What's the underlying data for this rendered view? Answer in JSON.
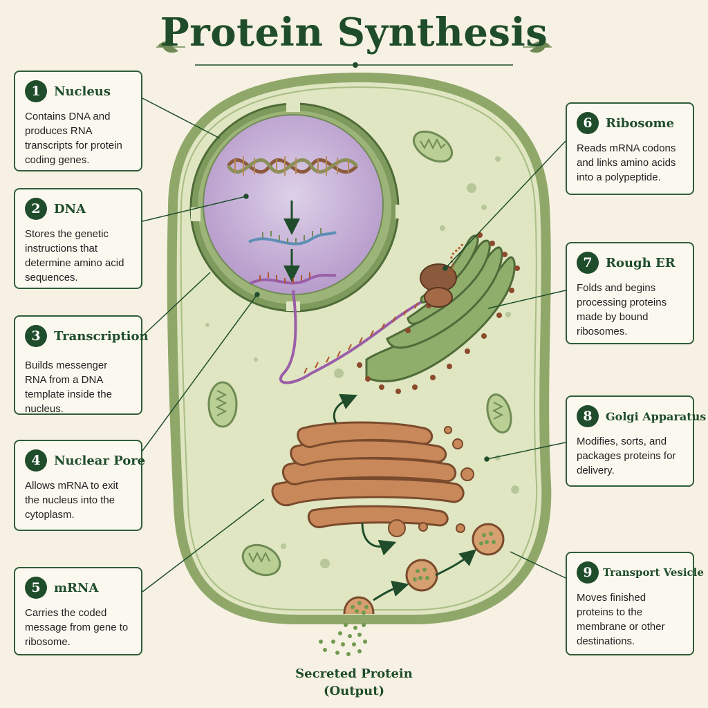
{
  "title": "Protein Synthesis",
  "cards": [
    {
      "num": "1",
      "title": "Nucleus",
      "desc": "Contains DNA and produces RNA transcripts for protein coding genes."
    },
    {
      "num": "2",
      "title": "DNA",
      "desc": "Stores the genetic instructions that determine amino acid sequences."
    },
    {
      "num": "3",
      "title": "Transcription",
      "desc": "Builds messenger RNA from a DNA template inside the nucleus."
    },
    {
      "num": "4",
      "title": "Nuclear Pore",
      "desc": "Allows mRNA to exit the nucleus into the cytoplasm."
    },
    {
      "num": "5",
      "title": "mRNA",
      "desc": "Carries the coded message from gene to ribosome."
    },
    {
      "num": "6",
      "title": "Ribosome",
      "desc": "Reads mRNA codons and links amino acids into a polypeptide."
    },
    {
      "num": "7",
      "title": "Rough ER",
      "desc": "Folds and begins processing proteins made by bound ribosomes."
    },
    {
      "num": "8",
      "title": "Golgi Apparatus",
      "desc": "Modifies, sorts, and packages proteins for delivery."
    },
    {
      "num": "9",
      "title": "Transport Vesicle",
      "desc": "Moves finished proteins to the membrane or other destinations."
    }
  ],
  "output": {
    "line1": "Secreted Protein",
    "line2": "(Output)"
  },
  "colors": {
    "accent": "#1f4d2b",
    "background": "#f7f1e3",
    "cytoplasm": "#dfe6c1",
    "nucleus": "#cdb7dc",
    "golgi": "#c8885a",
    "er": "#7fa262",
    "mrna": "#9a5ea8"
  }
}
